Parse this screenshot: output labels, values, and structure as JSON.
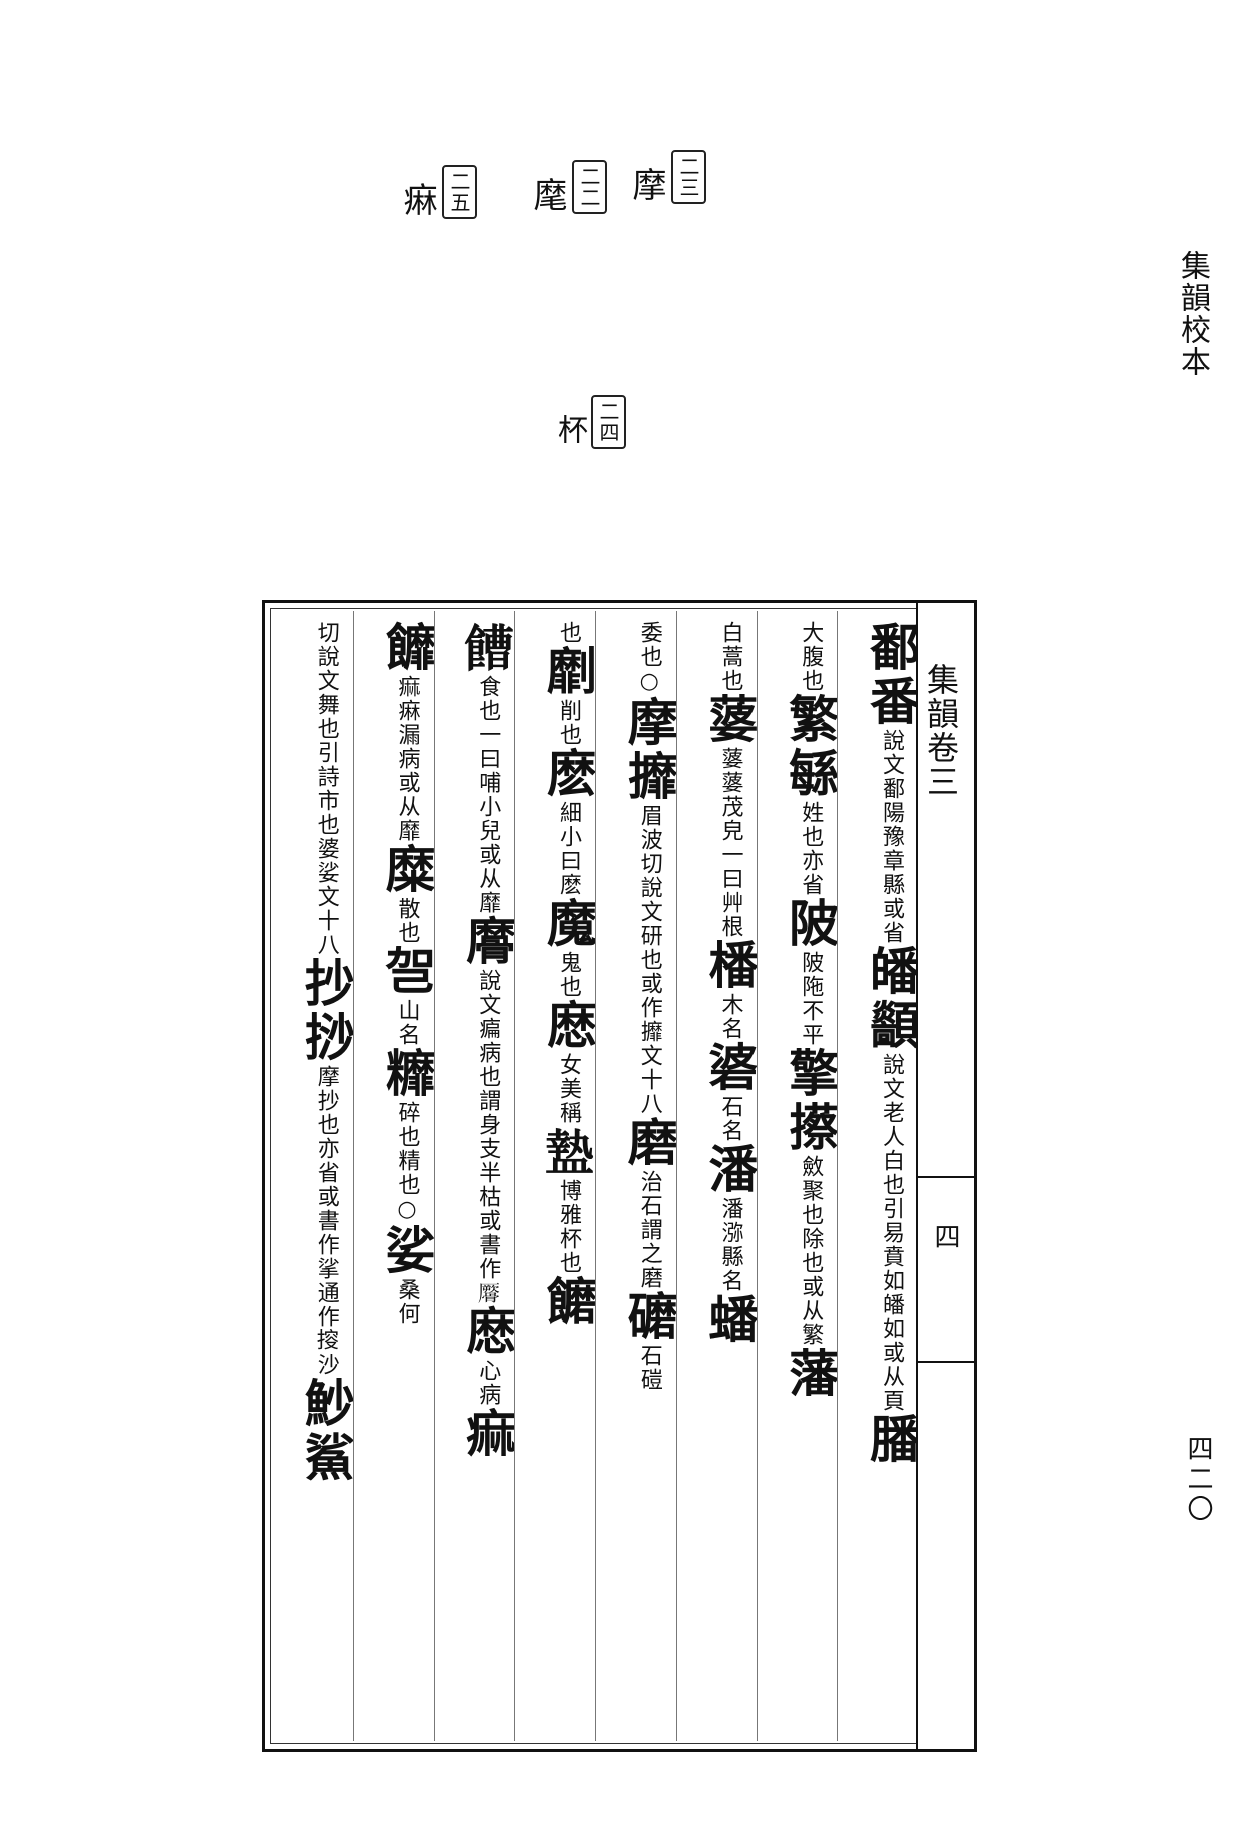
{
  "running_head": "集韻校本",
  "page_number": "四二〇",
  "notes": [
    {
      "num": "二二",
      "char": "麾"
    },
    {
      "num": "二三",
      "char": "摩"
    },
    {
      "num": "二四",
      "char": "杯"
    },
    {
      "num": "二五",
      "char": "痳"
    }
  ],
  "spine": {
    "title": "集韻卷三",
    "leaf": "四"
  },
  "columns": [
    {
      "segments": [
        {
          "t": "h",
          "v": "鄱番"
        },
        {
          "t": "s",
          "v": "說文鄱陽豫章縣或省"
        },
        {
          "t": "h",
          "v": "皤顲"
        },
        {
          "t": "s",
          "v": "說文老人白也引易賁如皤如或从頁"
        },
        {
          "t": "h",
          "v": "膰"
        }
      ]
    },
    {
      "segments": [
        {
          "t": "s",
          "v": "大腹也"
        },
        {
          "t": "h",
          "v": "繁緐"
        },
        {
          "t": "s",
          "v": "姓也亦省"
        },
        {
          "t": "h",
          "v": "陂"
        },
        {
          "t": "s",
          "v": "陂陁不平"
        },
        {
          "t": "h",
          "v": "擎攃"
        },
        {
          "t": "s",
          "v": "斂聚也除也或从繁"
        },
        {
          "t": "h",
          "v": "藩"
        }
      ]
    },
    {
      "segments": [
        {
          "t": "s",
          "v": "白蒿也"
        },
        {
          "t": "h",
          "v": "蔢"
        },
        {
          "t": "s",
          "v": "蔢蔢茂皃一曰艸根"
        },
        {
          "t": "h",
          "v": "橎"
        },
        {
          "t": "s",
          "v": "木名"
        },
        {
          "t": "h",
          "v": "碆"
        },
        {
          "t": "s",
          "v": "石名"
        },
        {
          "t": "h",
          "v": "潘"
        },
        {
          "t": "s",
          "v": "潘㳽縣名"
        },
        {
          "t": "h",
          "v": "蟠"
        }
      ]
    },
    {
      "segments": [
        {
          "t": "s",
          "v": "委也○"
        },
        {
          "t": "h",
          "v": "摩攠"
        },
        {
          "t": "s",
          "v": "眉波切說文研也或作攠文十八"
        },
        {
          "t": "h",
          "v": "磨"
        },
        {
          "t": "s",
          "v": "治石謂之磨"
        },
        {
          "t": "h",
          "v": "礳"
        },
        {
          "t": "s",
          "v": "石磑"
        }
      ]
    },
    {
      "segments": [
        {
          "t": "s",
          "v": "也"
        },
        {
          "t": "h",
          "v": "劘"
        },
        {
          "t": "s",
          "v": "削也"
        },
        {
          "t": "h",
          "v": "麽"
        },
        {
          "t": "s",
          "v": "細小曰麽"
        },
        {
          "t": "h",
          "v": "魔"
        },
        {
          "t": "s",
          "v": "鬼也"
        },
        {
          "t": "h",
          "v": "㦄"
        },
        {
          "t": "s",
          "v": "女美稱"
        },
        {
          "t": "h",
          "v": "𥂕"
        },
        {
          "t": "s",
          "v": "博雅杯也"
        },
        {
          "t": "h",
          "v": "饝"
        }
      ]
    },
    {
      "segments": [
        {
          "t": "h",
          "v": "𩞄"
        },
        {
          "t": "s",
          "v": "食也一曰哺小兒或从靡"
        },
        {
          "t": "h",
          "v": "䯢"
        },
        {
          "t": "s",
          "v": "說文㾫病也謂身支半枯或書作𩪜"
        },
        {
          "t": "h",
          "v": "㦄"
        },
        {
          "t": "s",
          "v": "心病"
        },
        {
          "t": "h",
          "v": "痲"
        }
      ]
    },
    {
      "segments": [
        {
          "t": "h",
          "v": "䭩"
        },
        {
          "t": "s",
          "v": "痲痳漏病或从靡"
        },
        {
          "t": "h",
          "v": "糜"
        },
        {
          "t": "s",
          "v": "散也"
        },
        {
          "t": "h",
          "v": "㠰"
        },
        {
          "t": "s",
          "v": "山名"
        },
        {
          "t": "h",
          "v": "䊳"
        },
        {
          "t": "s",
          "v": "碎也精也○"
        },
        {
          "t": "h",
          "v": "娑"
        },
        {
          "t": "s",
          "v": "桑何"
        }
      ]
    },
    {
      "segments": [
        {
          "t": "s",
          "v": "切說文舞也引詩市也婆娑文十八"
        },
        {
          "t": "h",
          "v": "抄挱"
        },
        {
          "t": "s",
          "v": "摩抄也亦省或書作挲通作𢯱沙"
        },
        {
          "t": "h",
          "v": "魦鯊"
        }
      ]
    }
  ]
}
